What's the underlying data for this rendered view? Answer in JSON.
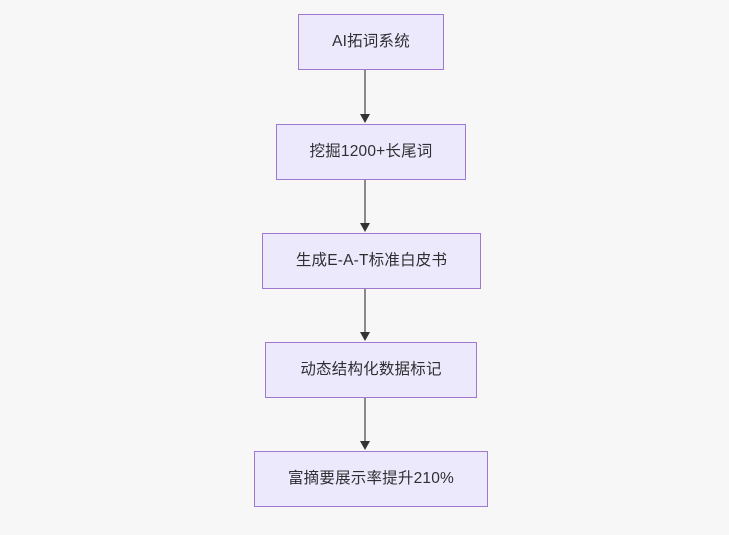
{
  "diagram": {
    "type": "flowchart",
    "orientation": "top-to-bottom",
    "background_color": "#f7f7f7",
    "node_fill_color": "#ebe9fb",
    "node_border_color": "#9f79d0",
    "node_text_color": "#2f2f33",
    "edge_color": "#8a8a8a",
    "arrowhead_color": "#333333",
    "nodes": [
      {
        "id": "n0",
        "label": "AI拓词系统"
      },
      {
        "id": "n1",
        "label": "挖掘1200+长尾词"
      },
      {
        "id": "n2",
        "label": "生成E-A-T标准白皮书"
      },
      {
        "id": "n3",
        "label": "动态结构化数据标记"
      },
      {
        "id": "n4",
        "label": "富摘要展示率提升210%"
      }
    ],
    "edges": [
      {
        "from": "n0",
        "to": "n1"
      },
      {
        "from": "n1",
        "to": "n2"
      },
      {
        "from": "n2",
        "to": "n3"
      },
      {
        "from": "n3",
        "to": "n4"
      }
    ]
  }
}
